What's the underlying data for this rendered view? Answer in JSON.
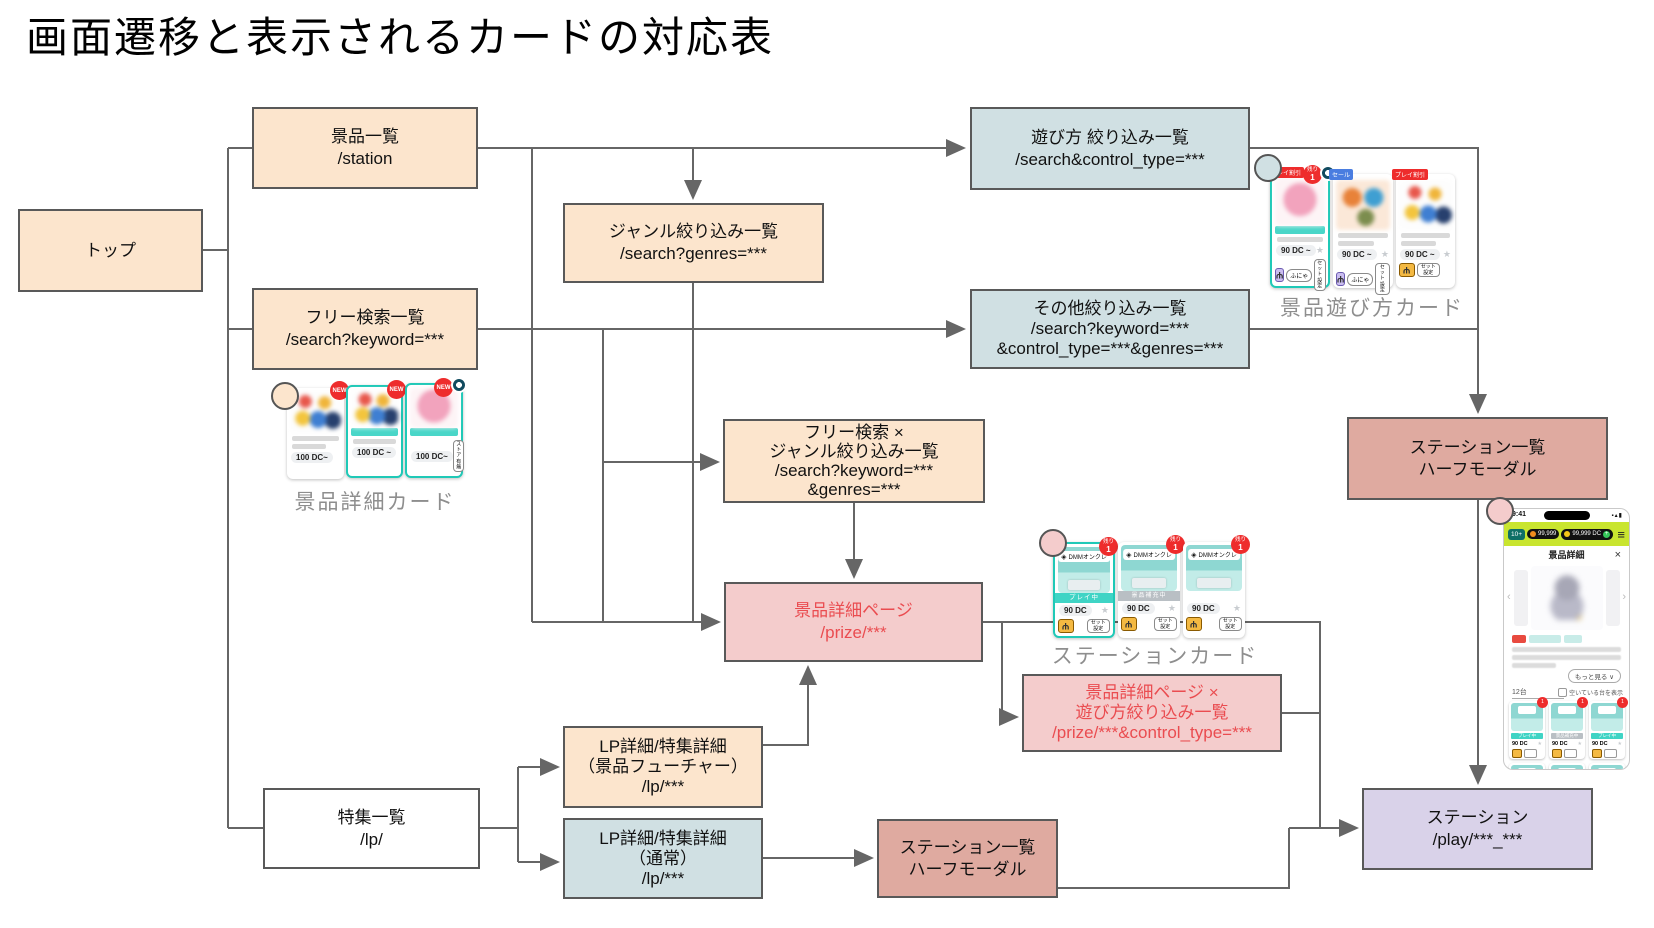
{
  "title": "画面遷移と表示されるカードの対応表",
  "nodes": {
    "top": {
      "label": "トップ"
    },
    "prize_list": {
      "label": "景品一覧",
      "path": "/station"
    },
    "free_search": {
      "label": "フリー検索一覧",
      "path": "/search?keyword=***"
    },
    "genre_filter": {
      "label": "ジャンル絞り込み一覧",
      "path": "/search?genres=***"
    },
    "control_filter": {
      "label": "遊び方 絞り込み一覧",
      "path": "/search&control_type=***"
    },
    "other_filter": {
      "label": "その他絞り込み一覧",
      "path": "/search?keyword=***",
      "path2": "&control_type=***&genres=***"
    },
    "free_genre_filter": {
      "label": "フリー検索 ×",
      "label2": "ジャンル絞り込み一覧",
      "path": "/search?keyword=***",
      "path2": "&genres=***"
    },
    "prize_detail": {
      "label": "景品詳細ページ",
      "path": "/prize/***"
    },
    "prize_control_filter": {
      "label": "景品詳細ページ ×",
      "label2": "遊び方絞り込み一覧",
      "path": "/prize/***&control_type=***"
    },
    "station_list_modal_top": {
      "label": "ステーション一覧",
      "label2": "ハーフモーダル"
    },
    "lp_feature": {
      "label": "LP詳細/特集詳細",
      "label2": "（景品フューチャー）",
      "path": "/lp/***"
    },
    "lp_normal": {
      "label": "LP詳細/特集詳細",
      "label2": "（通常）",
      "path": "/lp/***"
    },
    "feature_list": {
      "label": "特集一覧",
      "path": "/lp/"
    },
    "station_list_modal_bottom": {
      "label": "ステーション一覧",
      "label2": "ハーフモーダル"
    },
    "station": {
      "label": "ステーション",
      "path": "/play/***_***"
    }
  },
  "captions": {
    "prize_cards": "景品詳細カード",
    "play_cards": "景品遊び方カード",
    "station_cards": "ステーションカード"
  },
  "prize_cards": {
    "new_badge": "NEW",
    "price1": "100 DC~",
    "price2": "100 DC ~",
    "price3": "100 DC~",
    "store_button_line1": "ストア",
    "store_button_line2": "有無"
  },
  "play_cards": {
    "tag1": "プレイ割引",
    "tag2": "セール",
    "badge_line1": "残り",
    "badge_line2": "1",
    "price": "90 DC ~",
    "claw_label": "ふにゃ",
    "set_button_line1": "セット",
    "set_button_line2": "設定"
  },
  "station_cards": {
    "logo": "DMMオンクレ",
    "badge_line1": "残り",
    "badge_line2": "1",
    "status_playing": "プレイ中",
    "status_refill": "景品補充中",
    "price": "90 DC",
    "set_button_line1": "セット",
    "set_button_line2": "設定"
  },
  "phone": {
    "time": "9:41",
    "ticket_badge": "10+",
    "coin1": "99,999",
    "coin2": "99,999 DC",
    "title": "景品詳細",
    "close": "×",
    "more_button": "もっと見る ∨",
    "count": "12台",
    "filter_label": "空いている台を表示",
    "status_playing": "プレイ中",
    "status_refill": "景品補充中",
    "price": "90 DC",
    "badge": "1"
  },
  "colors": {
    "peach": "#fce5cd",
    "blue_gray": "#d0e0e3",
    "pink": "#f4cccc",
    "pink_text": "#ea4c50",
    "salmon": "#dfaaa0",
    "lavender": "#d9d2e9",
    "white": "#ffffff",
    "box_border": "#595959",
    "wire": "#666666",
    "caption_gray": "#8e8e8e",
    "card_teal": "#1fc9b7",
    "badge_red": "#ee2c2c",
    "lime_header": "#c9e52f"
  }
}
